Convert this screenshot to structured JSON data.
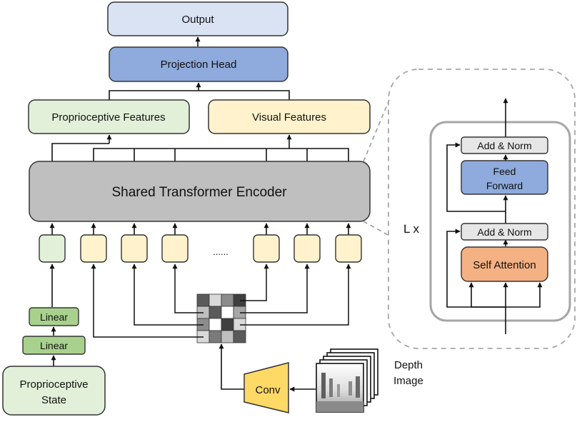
{
  "output_label": "Output",
  "projection_label": "Projection Head",
  "proprio_features_label": "Proprioceptive Features",
  "visual_features_label": "Visual Features",
  "encoder_label": "Shared Transformer Encoder",
  "ellipsis": "......",
  "linear_top_label": "Linear",
  "linear_bottom_label": "Linear",
  "proprio_state_line1": "Proprioceptive",
  "proprio_state_line2": "State",
  "conv_label": "Conv",
  "depth_line1": "Depth",
  "depth_line2": "Image",
  "detail": {
    "repeat_label": "L x",
    "add_norm_top": "Add & Norm",
    "feed_forward_line1": "Feed",
    "feed_forward_line2": "Forward",
    "add_norm_bottom": "Add & Norm",
    "self_attention": "Self Attention"
  },
  "colors": {
    "output": "#dae3f3",
    "projection": "#8faadc",
    "proprio": "#e2f0d9",
    "visual": "#fff2cc",
    "encoder": "#bfbfbf",
    "linear": "#a9d18e",
    "conv": "#ffd966",
    "feed_forward": "#8faadc",
    "self_attention": "#f4b183",
    "add_norm": "#e7e6e6"
  }
}
